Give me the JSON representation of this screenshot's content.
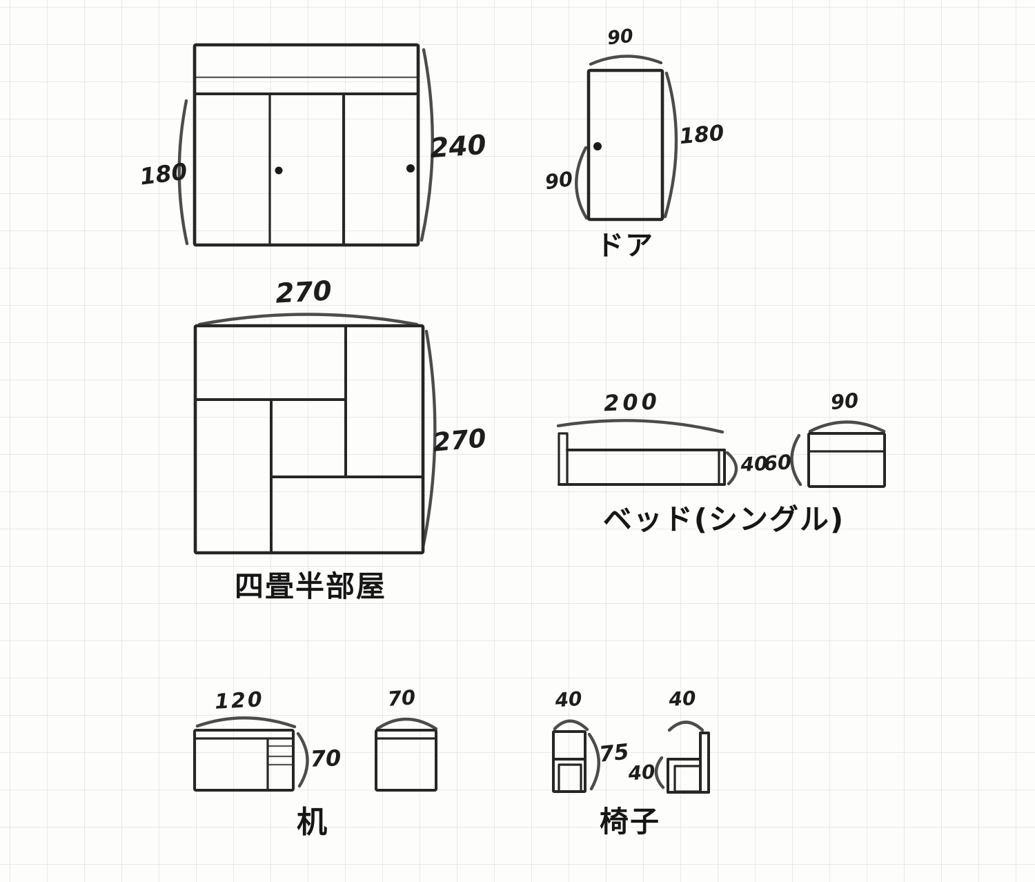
{
  "page": {
    "background": "#fdfdfb",
    "ink": "#262626",
    "grid_color": "#b2aea2"
  },
  "figures": {
    "cabinet": {
      "dim_height_left": "180",
      "dim_height_right": "240"
    },
    "door": {
      "label": "ドア",
      "dim_width": "90",
      "dim_height": "180",
      "dim_swing": "90"
    },
    "room": {
      "label": "四畳半部屋",
      "dim_width": "270",
      "dim_depth": "270"
    },
    "bed": {
      "label": "ベッド(シングル)",
      "dim_length": "200",
      "dim_frame_height": "40",
      "dim_height": "60",
      "dim_width": "90"
    },
    "desk": {
      "label": "机",
      "dim_width": "120",
      "dim_height": "70",
      "dim_depth": "70"
    },
    "chair": {
      "label": "椅子",
      "dim_width": "40",
      "dim_height": "75",
      "dim_depth": "40",
      "dim_seat_height": "40"
    }
  }
}
